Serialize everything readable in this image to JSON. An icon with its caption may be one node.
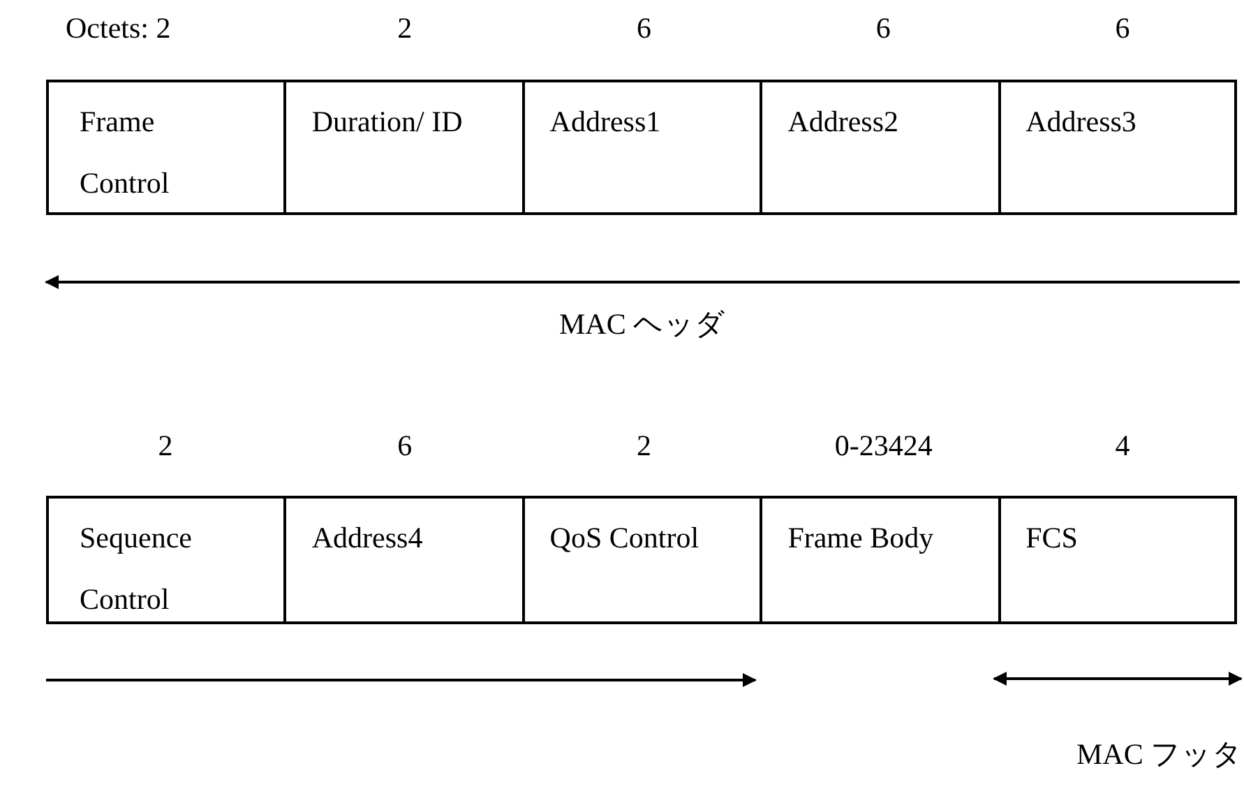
{
  "diagram": {
    "nodes": [
      {
        "text": [
          "Frame Control"
        ]
      },
      {
        "text": [
          "Duration/ ID"
        ]
      },
      {
        "text": [
          "Address1"
        ]
      },
      {
        "text": [
          "Address2"
        ]
      },
      {
        "text": [
          "Address3"
        ]
      },
      {
        "text": [
          "Sequence Control"
        ]
      },
      {
        "text": [
          "Address4"
        ]
      },
      {
        "text": [
          "QoS Control"
        ]
      },
      {
        "text": [
          "Frame Body"
        ]
      },
      {
        "text": [
          "FCS"
        ]
      }
    ],
    "labels": [
      "Octets: 2",
      "2",
      "6",
      "6",
      "6",
      "MAC ヘッダ",
      "2",
      "6",
      "2",
      "0-23424",
      "4",
      "MAC フッタ"
    ]
  }
}
